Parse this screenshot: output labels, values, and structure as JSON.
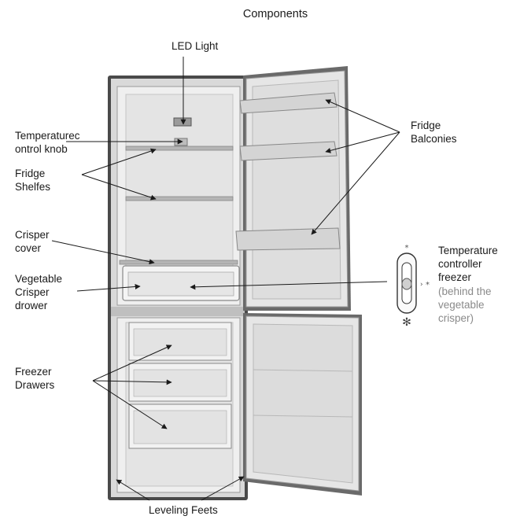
{
  "title": "Components",
  "labels": {
    "led_light": "LED Light",
    "temp_knob": [
      "Temperaturec",
      "ontrol knob"
    ],
    "fridge_shelves": [
      "Fridge",
      "Shelfes"
    ],
    "crisper_cover": [
      "Crisper",
      "cover"
    ],
    "vegetable_crisper": [
      "Vegetable",
      "Crisper",
      "drower"
    ],
    "freezer_drawers": [
      "Freezer",
      "Drawers"
    ],
    "fridge_balconies": [
      "Fridge",
      "Balconies"
    ],
    "temp_controller": [
      "Temperature",
      "controller",
      "freezer"
    ],
    "temp_controller_note": [
      "(behind the",
      "vegetable",
      "crisper)"
    ],
    "leveling_feet": "Leveling Feets"
  },
  "colors": {
    "cabinet_dark": "#3a3a3a",
    "interior": "#e9e9e9",
    "shelf": "#bdbdbd",
    "door": "#dcdcdc",
    "annotation": "#1a1a1a",
    "note_gray": "#8a8a8a"
  }
}
